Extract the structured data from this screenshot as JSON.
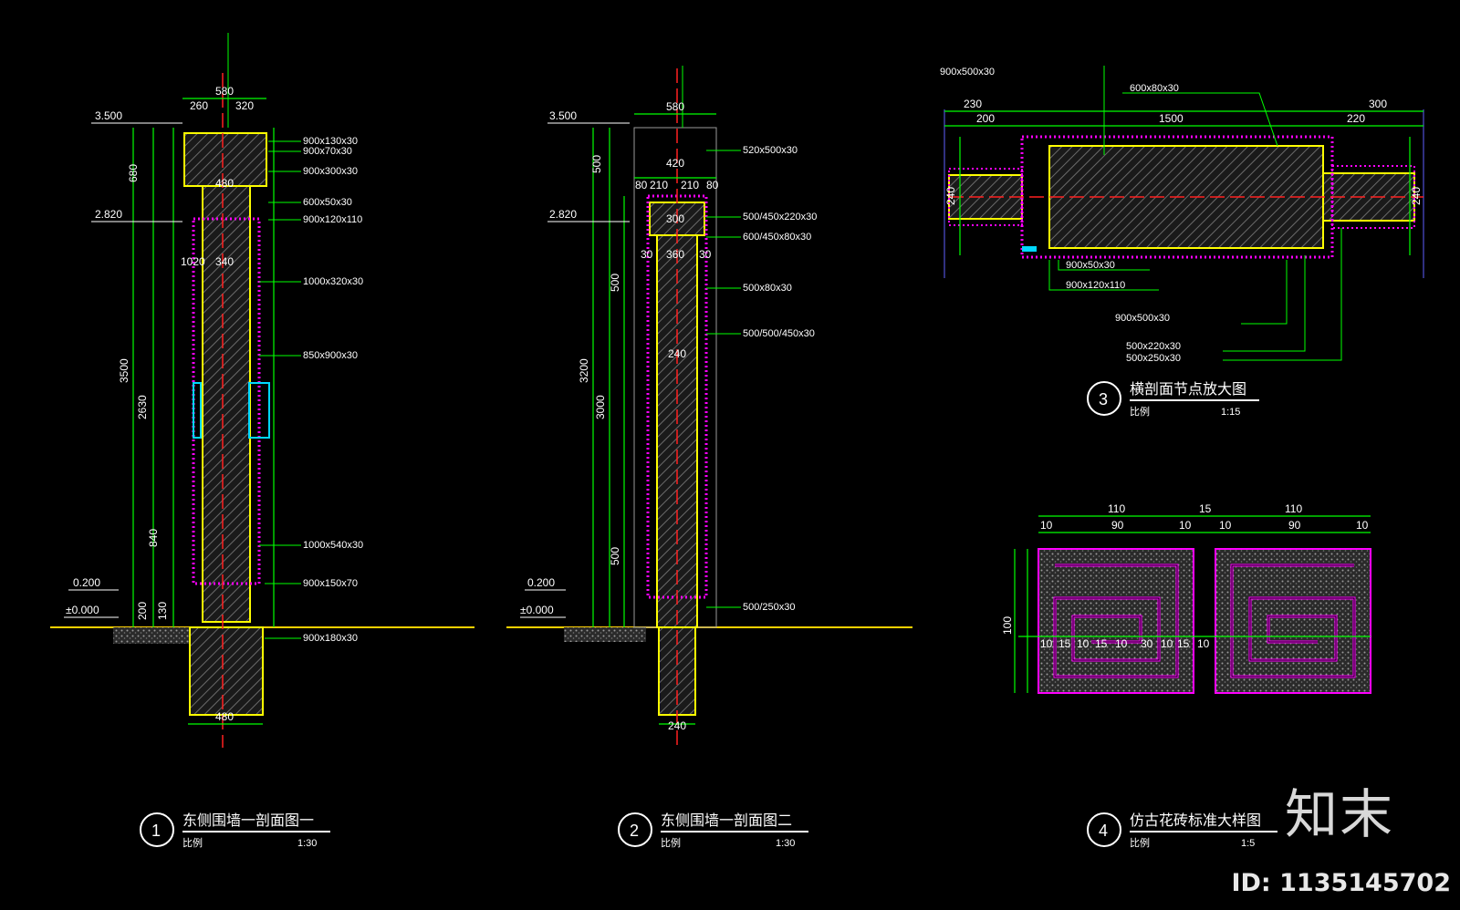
{
  "colors": {
    "background": "#000000",
    "wall": "#ffff00",
    "cladding": "#ff00ff",
    "dimension": "#00ff00",
    "text": "#ffffff",
    "axis": "#ff2020",
    "ground": "#ffd200",
    "marker": "#00d8ff"
  },
  "sec1": {
    "title": "东侧围墙一剖面图一",
    "number": "1",
    "scale_label": "比例",
    "scale": "1:30",
    "levels": [
      "3.500",
      "2.820",
      "0.200",
      "±0.000"
    ],
    "top_dims": [
      "580",
      "260",
      "320"
    ],
    "inner_dims": [
      "480",
      "340",
      "1020"
    ],
    "bottom_dim": "480",
    "left_dims": [
      "680",
      "840",
      "2630",
      "3500",
      "200",
      "130"
    ],
    "callouts": [
      "900x130x30",
      "900x70x30",
      "900x300x30",
      "600x50x30",
      "900x120x110",
      "1000x320x30",
      "850x900x30",
      "1000x540x30",
      "900x150x70",
      "900x180x30"
    ]
  },
  "sec2": {
    "title": "东侧围墙一剖面图二",
    "number": "2",
    "scale_label": "比例",
    "scale": "1:30",
    "levels": [
      "3.500",
      "2.820",
      "0.200",
      "±0.000"
    ],
    "top_dims": [
      "580",
      "420"
    ],
    "mid_dims": [
      "80",
      "210",
      "210",
      "80"
    ],
    "inner_dims": [
      "300",
      "30",
      "360",
      "30",
      "240"
    ],
    "bottom_dim": "240",
    "left_dims": [
      "500",
      "3200",
      "3000",
      "500",
      "500"
    ],
    "callouts": [
      "520x500x30",
      "500/450x220x30",
      "600/450x80x30",
      "500x80x30",
      "500/500/450x30",
      "500/250x30"
    ]
  },
  "sec3": {
    "title": "横剖面节点放大图",
    "number": "3",
    "scale_label": "比例",
    "scale": "1:15",
    "top_dims": [
      "230",
      "200",
      "1500",
      "300",
      "220"
    ],
    "callouts_top": [
      "900x500x30",
      "600x80x30"
    ],
    "callouts_bottom": [
      "900x50x30",
      "900x120x110",
      "900x500x30",
      "500x220x30",
      "500x250x30"
    ],
    "side_dims": [
      "240",
      "240"
    ]
  },
  "sec4": {
    "title": "仿古花砖标准大样图",
    "number": "4",
    "scale_label": "比例",
    "scale": "1:5",
    "top_dims": [
      "110",
      "15",
      "110"
    ],
    "sub_dims": [
      "10",
      "90",
      "10",
      "10",
      "90",
      "10"
    ],
    "mid_dims": [
      "10",
      "15",
      "10",
      "15",
      "10",
      "30",
      "10",
      "15",
      "10"
    ],
    "side_dim": "100"
  },
  "watermark": {
    "brand": "知末",
    "id": "ID: 1135145702"
  }
}
